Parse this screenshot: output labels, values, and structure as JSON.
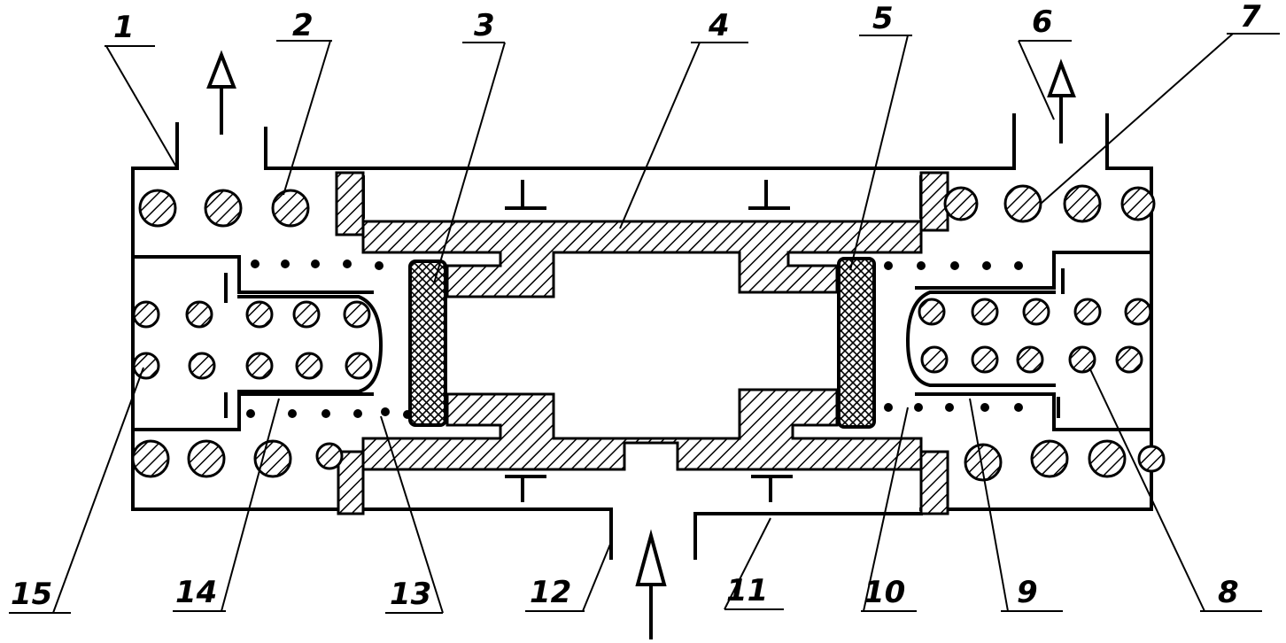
{
  "figure": {
    "labels": [
      "1",
      "2",
      "3",
      "4",
      "5",
      "6",
      "7",
      "8",
      "9",
      "10",
      "11",
      "12",
      "13",
      "14",
      "15"
    ],
    "ink_color": "#000000",
    "paper_color": "#ffffff"
  }
}
